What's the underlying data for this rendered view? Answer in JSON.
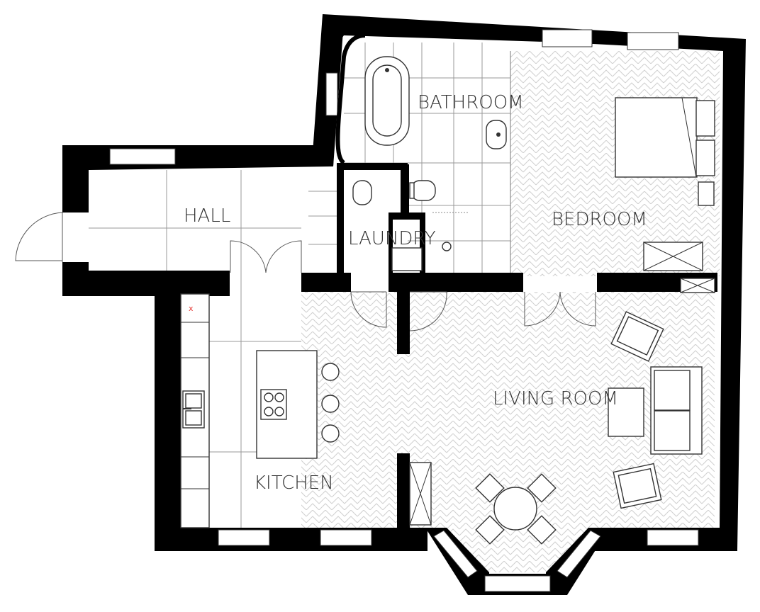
{
  "rooms": {
    "bathroom": "BATHROOM",
    "bedroom": "BEDROOM",
    "hall": "HALL",
    "laundry": "LAUNDRY",
    "living_room": "LIVING ROOM",
    "kitchen": "KITCHEN"
  },
  "colors": {
    "wall": "#000000",
    "herringbone_floor": "#e6e6e6",
    "tile_floor": "#ffffff",
    "label_text": "#333333"
  },
  "icons": {
    "kitchen_marker": "red-x-icon"
  }
}
